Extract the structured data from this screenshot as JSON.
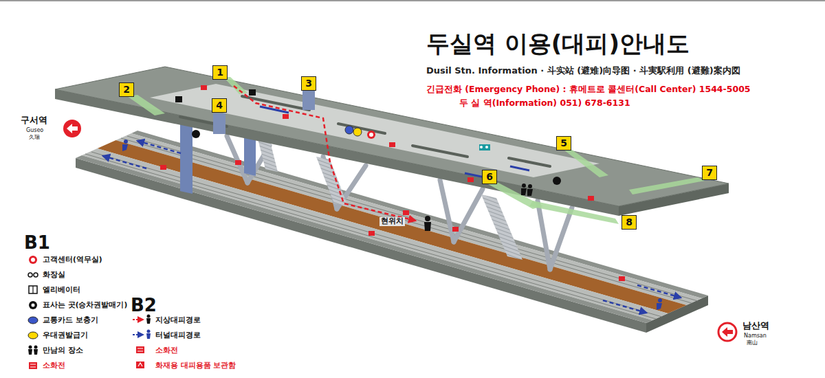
{
  "diagram": {
    "title": "두실역 이용(대피)안내도",
    "nodes": [
      {
        "text": [
          "1"
        ]
      },
      {
        "text": [
          "2"
        ]
      },
      {
        "text": [
          "3"
        ]
      },
      {
        "text": [
          "4"
        ]
      },
      {
        "text": [
          "5"
        ]
      },
      {
        "text": [
          "6"
        ]
      },
      {
        "text": [
          "7"
        ]
      },
      {
        "text": [
          "8"
        ]
      }
    ],
    "labels": [
      "Dusil Stn. Information · 斗实站 (避难)向导图 · 斗実駅利用 (避難)案内図",
      "긴급전화 (Emergency Phone) : 휴메트로 콜센터(Call Center) 1544-5005",
      "두 실 역(Information) 051) 678-6131",
      "구서역",
      "Guseo",
      "久瑞",
      "남산역",
      "Namsan",
      "南山",
      "현위치",
      "B1",
      "B2"
    ],
    "legend": [
      {
        "text": "고객센터(역무실)"
      },
      {
        "text": "화장실"
      },
      {
        "text": "엘리베이터"
      },
      {
        "text": "표사는 곳(승차권발매기)"
      },
      {
        "text": "교통카드 보충기"
      },
      {
        "text": "우대권발급기"
      },
      {
        "text": "만남의 장소"
      },
      {
        "text": "소화전"
      },
      {
        "text": "지상대피경로"
      },
      {
        "text": "터널대피경로"
      },
      {
        "text": "소화전"
      },
      {
        "text": "화재용 대피용품 보관함"
      }
    ]
  }
}
